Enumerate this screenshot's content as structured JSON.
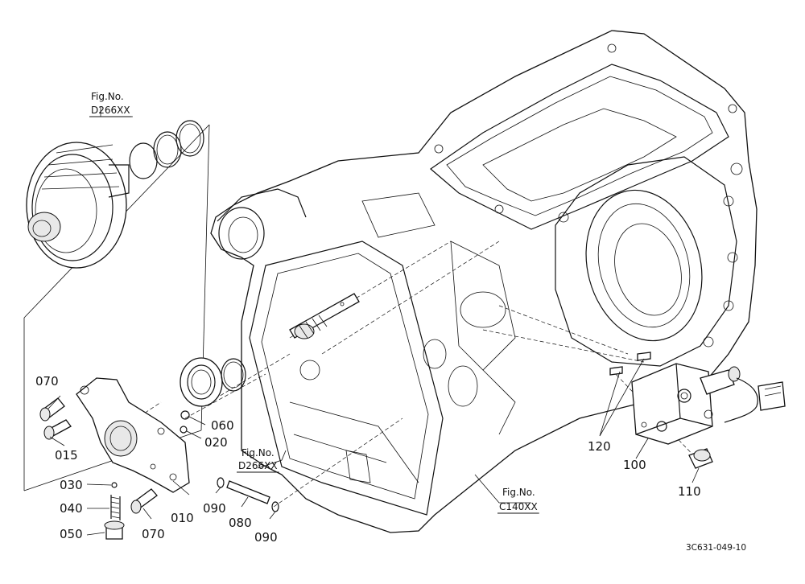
{
  "figure_refs": [
    {
      "id": "fig-top",
      "line1": "Fig.No.",
      "line2": "D266XX"
    },
    {
      "id": "fig-mid",
      "line1": "Fig.No.",
      "line2": "D266XX"
    },
    {
      "id": "fig-right",
      "line1": "Fig.No.",
      "line2": "C140XX"
    }
  ],
  "part_labels": [
    "070",
    "015",
    "060",
    "020",
    "030",
    "040",
    "050",
    "070",
    "010",
    "090",
    "080",
    "090",
    "120",
    "100",
    "110"
  ],
  "drawing_code": "3C631-049-10"
}
